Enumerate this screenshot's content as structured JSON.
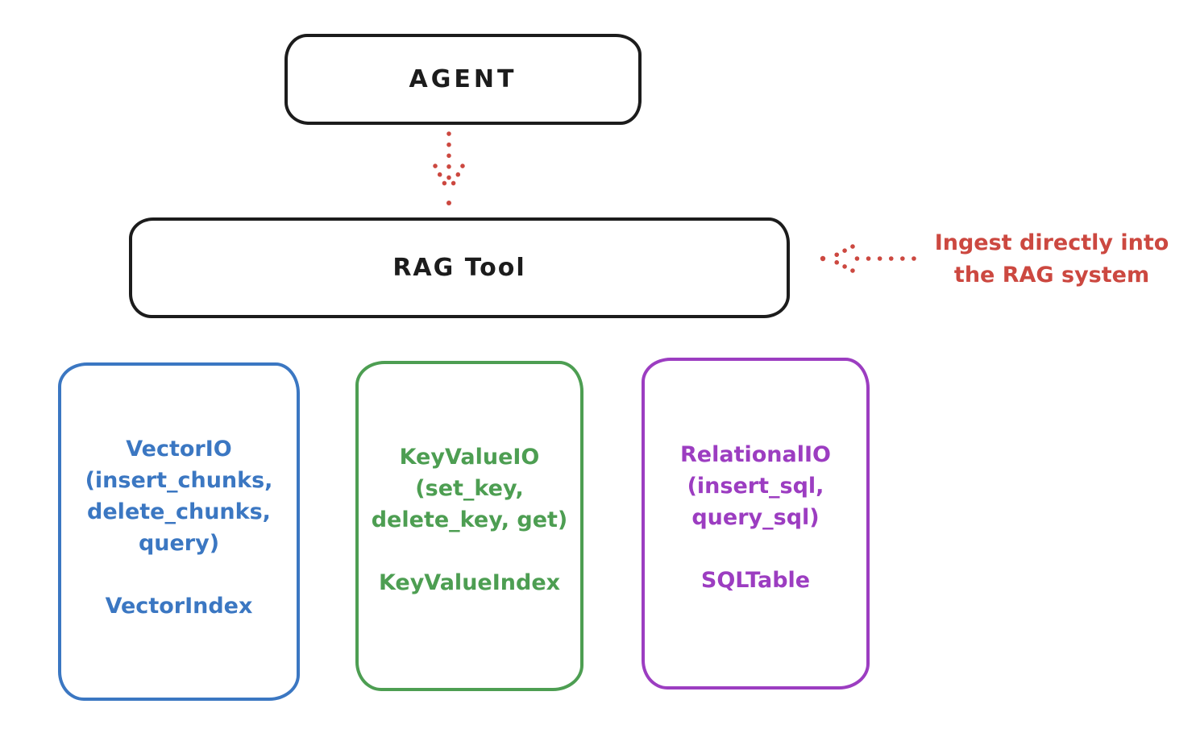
{
  "diagram": {
    "agent": {
      "label": "AGENT"
    },
    "rag_tool": {
      "label": "RAG Tool"
    },
    "annotation": {
      "line1": "Ingest directly into",
      "line2": "the RAG system",
      "color": "#cc4840"
    },
    "arrows": [
      {
        "name": "agent-to-rag-tool",
        "style": "dotted",
        "direction": "down",
        "color": "#cc4840"
      },
      {
        "name": "annotation-to-rag-tool",
        "style": "dotted",
        "direction": "left",
        "color": "#cc4840"
      }
    ],
    "backends": [
      {
        "name": "vector-io",
        "color": "#3b77c2",
        "lines": [
          "VectorIO",
          "(insert_chunks,",
          "delete_chunks,",
          "query)"
        ],
        "index_label": "VectorIndex"
      },
      {
        "name": "keyvalue-io",
        "color": "#4d9e52",
        "lines": [
          "KeyValueIO",
          "(set_key,",
          "delete_key, get)"
        ],
        "index_label": "KeyValueIndex"
      },
      {
        "name": "relational-io",
        "color": "#9c3dc1",
        "lines": [
          "RelationalIO",
          "(insert_sql,",
          "query_sql)"
        ],
        "index_label": "SQLTable"
      }
    ],
    "stroke_color": "#1c1c1c",
    "background_color": "#ffffff"
  }
}
